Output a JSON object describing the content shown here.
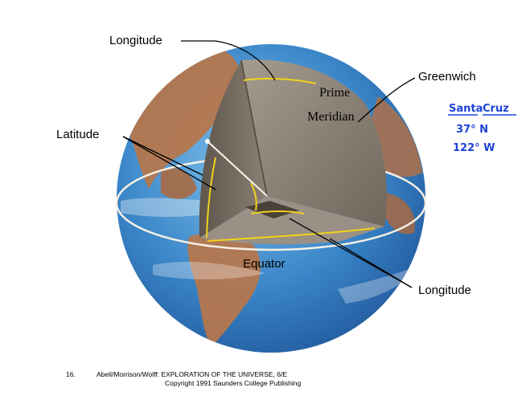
{
  "labels": {
    "longitude_top": "Longitude",
    "longitude_bottom": "Longitude",
    "latitude": "Latitude",
    "greenwich": "Greenwich",
    "prime_line1": "Prime",
    "prime_line2": "Meridian",
    "equator": "Equator"
  },
  "handwritten": {
    "city_word1": "Santa",
    "city_word2": "Cruz",
    "latitude_value": "37° N",
    "longitude_value": "122° W"
  },
  "caption": {
    "number": "16.",
    "line1": "Abell/Morrison/Wolff: EXPLORATION OF THE UNIVERSE, 6/E",
    "line2": "Copyright 1991 Saunders College Publishing"
  },
  "colors": {
    "ocean": "#3a86c8",
    "land": "#b8764a",
    "cutaway": "#8f8477",
    "angle_arcs": "#f2d21a",
    "equator_line": "#f4f0e4",
    "handwriting": "#1f43d8"
  }
}
